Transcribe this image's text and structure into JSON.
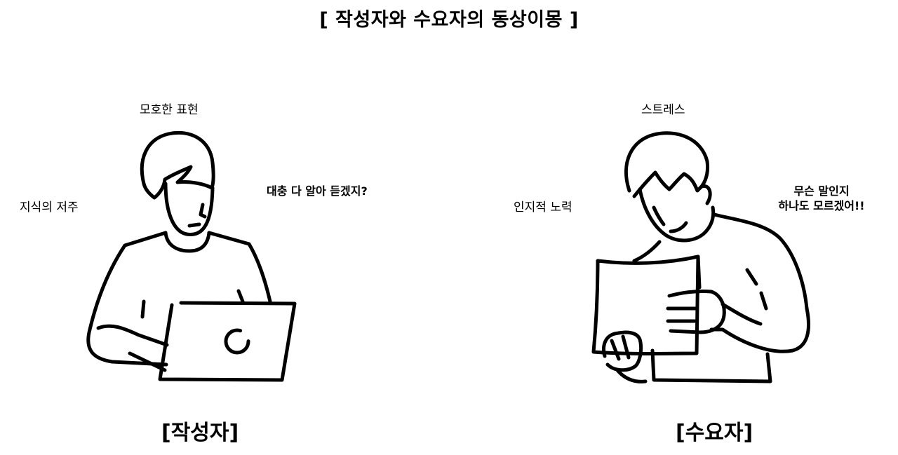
{
  "title": "[ 작성자와 수요자의 동상이몽 ]",
  "writer": {
    "role_label": "[작성자]",
    "top_label": "모호한 표현",
    "left_label": "지식의 저주",
    "speech": "대충 다 알아 듣겠지?"
  },
  "reader": {
    "role_label": "[수요자]",
    "top_label": "스트레스",
    "left_label": "인지적 노력",
    "speech_line1": "무슨 말인지",
    "speech_line2": "하나도 모르겠어!!"
  }
}
